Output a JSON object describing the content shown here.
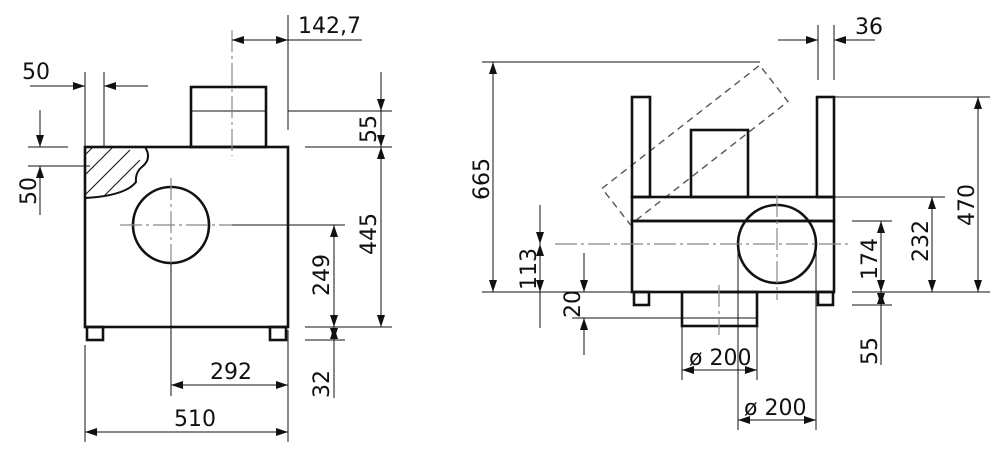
{
  "front_view": {
    "dimensions": {
      "d_142_7": "142,7",
      "d_50_top": "50",
      "d_50_left": "50",
      "d_55": "55",
      "d_445": "445",
      "d_249": "249",
      "d_32": "32",
      "d_292": "292",
      "d_510": "510"
    }
  },
  "side_view": {
    "dimensions": {
      "d_36": "36",
      "d_665": "665",
      "d_470": "470",
      "d_232": "232",
      "d_174": "174",
      "d_113": "113",
      "d_20": "20",
      "d_55": "55",
      "dia_outlet": "ø 200",
      "dia_inlet": "ø 200"
    }
  }
}
